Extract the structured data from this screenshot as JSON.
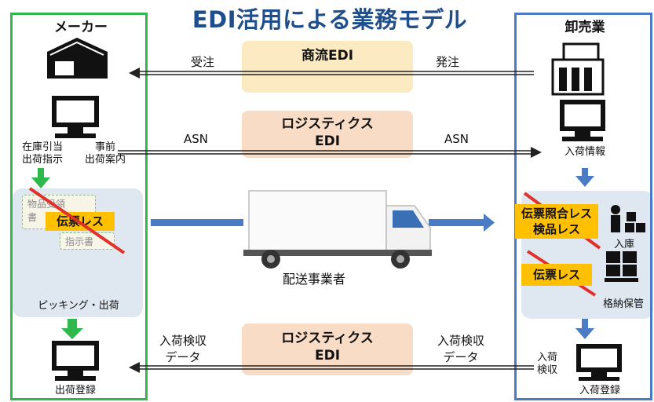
{
  "title": "EDI活用による業務モデル",
  "maker": {
    "title": "メーカー",
    "alloc_label": "在庫引当\n出荷指示",
    "advance_label": "事前\n出荷案内",
    "doc_labels": [
      "物品受領",
      "書",
      "指示書"
    ],
    "stamp": "伝票レス",
    "picking_label": "ピッキング・出荷",
    "register_label": "出荷登録"
  },
  "wholesaler": {
    "title": "卸売業",
    "receive_info": "入荷情報",
    "stamp_check": "伝票照合レス\n検品レス",
    "stamp_less": "伝票レス",
    "storage_in": "入庫",
    "storage": "格納保管",
    "inspect_label": "入荷\n検収",
    "register_label": "入荷登録"
  },
  "flows": {
    "commerce_box": "商流EDI",
    "order_received": "受注",
    "order_placed": "発注",
    "logistics_box": "ロジスティクス\nEDI",
    "asn_left": "ASN",
    "asn_right": "ASN",
    "delivery": "配送事業者",
    "logistics_box2": "ロジスティクス\nEDI",
    "inspect_left": "入荷検収\nデータ",
    "inspect_right": "入荷検収\nデータ"
  },
  "colors": {
    "title": "#1f4e8c",
    "maker_frame": "#2fb84b",
    "wholesaler_frame": "#4a7bc4",
    "stamp": "#ffc000",
    "strike": "#e0312b",
    "arrow_blue": "#4a7bc4",
    "arrow_green": "#2fb84b"
  }
}
